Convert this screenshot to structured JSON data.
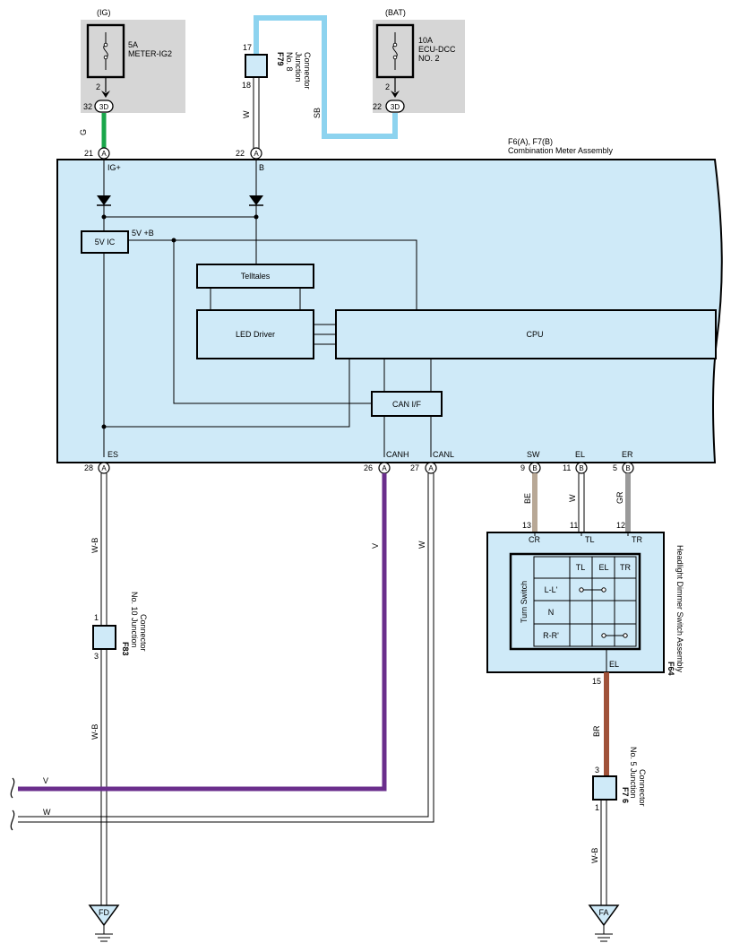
{
  "fuses": {
    "ig": {
      "source": "(IG)",
      "rating": "5A",
      "name": "METER-IG2",
      "pin_top": "2",
      "conn_pin": "32",
      "conn": "3D"
    },
    "bat": {
      "source": "(BAT)",
      "rating": "10A",
      "name1": "ECU-DCC",
      "name2": "NO. 2",
      "pin_top": "2",
      "conn_pin": "22",
      "conn": "3D"
    }
  },
  "junctions": {
    "f79": {
      "id": "F79",
      "l1": "No. 8",
      "l2": "Junction",
      "l3": "Connector",
      "pin_top": "17",
      "pin_bot": "18"
    },
    "f83": {
      "id": "F83",
      "l1": "No. 10 Junction",
      "l2": "Connector",
      "pin_top": "1",
      "pin_bot": "3"
    },
    "f76": {
      "id": "F7 6",
      "l1": "No. 5 Junction",
      "l2": "Connector",
      "pin_top": "3",
      "pin_bot": "1"
    }
  },
  "meter": {
    "connectors": "F6(A), F7(B)",
    "title": "Combination Meter Assembly",
    "labels": {
      "ig": "IG+",
      "b": "B",
      "five_b": "5V +B",
      "es": "ES",
      "canh": "CANH",
      "canl": "CANL",
      "sw": "SW",
      "el": "EL",
      "er": "ER"
    },
    "blocks": {
      "five_v": "5V IC",
      "telltales": "Telltales",
      "led": "LED Driver",
      "cpu": "CPU",
      "can": "CAN I/F"
    },
    "pins_top": [
      {
        "num": "21",
        "conn": "A"
      },
      {
        "num": "22",
        "conn": "A"
      }
    ],
    "pins_bottom": [
      {
        "num": "28",
        "conn": "A"
      },
      {
        "num": "26",
        "conn": "A"
      },
      {
        "num": "27",
        "conn": "A"
      },
      {
        "num": "9",
        "conn": "B"
      },
      {
        "num": "11",
        "conn": "B"
      },
      {
        "num": "5",
        "conn": "B"
      }
    ]
  },
  "wire_colors": {
    "g": "G",
    "w1": "W",
    "sb": "SB",
    "wb1": "W-B",
    "wb2": "W-B",
    "v1": "V",
    "w2": "W",
    "be": "BE",
    "w3": "W",
    "gr": "GR",
    "br": "BR",
    "wb3": "W-B",
    "v2": "V",
    "w4": "W"
  },
  "switch": {
    "id": "F64",
    "title": "Headlight Dimmer Switch Assembly",
    "side_label": "Turn Switch",
    "pins_top": [
      "13",
      "11",
      "12"
    ],
    "labels_top": [
      "CR",
      "TL",
      "TR"
    ],
    "pin_bottom": "15",
    "label_bottom": "EL",
    "table_cols": [
      "TL",
      "EL",
      "TR"
    ],
    "table_rows": [
      "L-L'",
      "N",
      "R-R'"
    ]
  },
  "grounds": {
    "fd": "FD",
    "fa": "FA"
  },
  "colors": {
    "fill_blue": "#cfeaf8",
    "fuse_gray": "#d6d6d6",
    "green": "#19a64a",
    "sky": "#8dd3ef",
    "violet": "#6a2e8c",
    "beige": "#b8a896",
    "gray_wire": "#9a9a9a",
    "brown": "#a0523a"
  }
}
